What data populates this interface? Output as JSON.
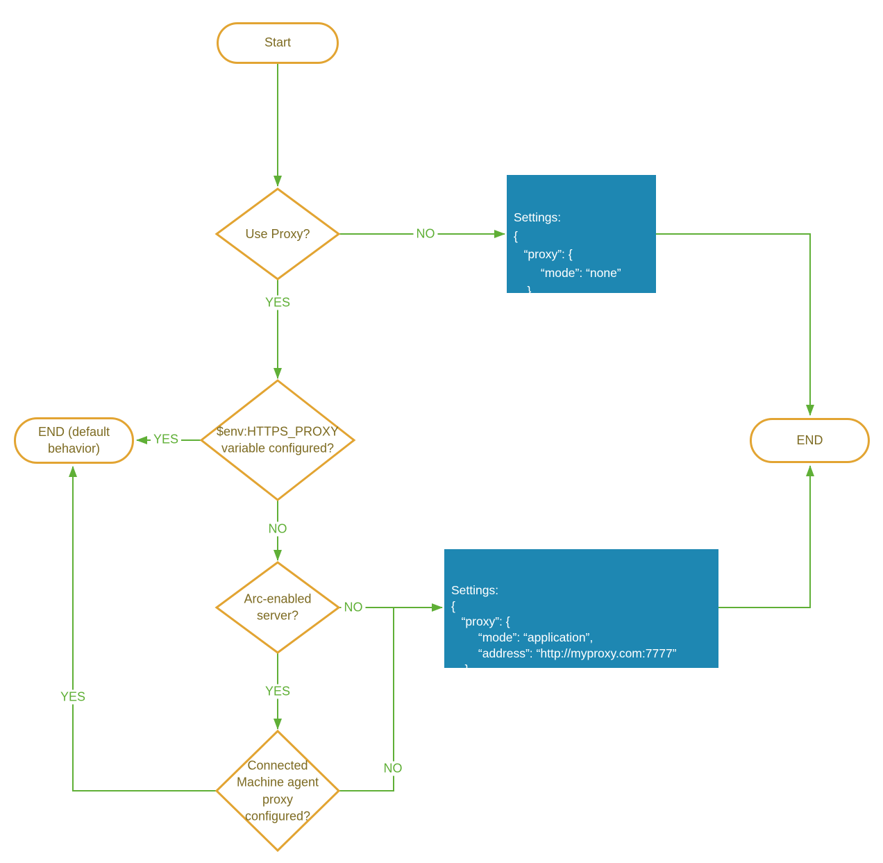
{
  "diagram": {
    "colors": {
      "shape_border": "#E2A432",
      "shape_text": "#7D6B22",
      "connector_green": "#5FAF36",
      "code_box_bg": "#1E87B2",
      "code_box_text": "#FFFFFF"
    },
    "nodes": {
      "start": {
        "label": "Start"
      },
      "use_proxy": {
        "label": "Use Proxy?"
      },
      "settings_none": {
        "code_lines": [
          "Settings:",
          "{",
          "   “proxy”: {",
          "        “mode”: “none”",
          "    }",
          "}"
        ]
      },
      "env_var": {
        "label_lines": [
          "$env:HTTPS_PROXY",
          "variable configured?"
        ]
      },
      "end_default": {
        "label_lines": [
          "END (default",
          "behavior)"
        ]
      },
      "arc_server": {
        "label_lines": [
          "Arc-enabled",
          "server?"
        ]
      },
      "settings_application": {
        "code_lines": [
          "Settings:",
          "{",
          "   “proxy”: {",
          "        “mode”: “application”,",
          "        “address”: “http://myproxy.com:7777”",
          "    }",
          "}"
        ]
      },
      "connected_machine": {
        "label_lines": [
          "Connected",
          "Machine agent",
          "proxy",
          "configured?"
        ]
      },
      "end": {
        "label": "END"
      }
    },
    "edge_labels": {
      "use_proxy_no": "NO",
      "use_proxy_yes": "YES",
      "env_var_yes": "YES",
      "env_var_no": "NO",
      "arc_server_no": "NO",
      "arc_server_yes": "YES",
      "connected_machine_yes": "YES",
      "connected_machine_no": "NO"
    }
  }
}
